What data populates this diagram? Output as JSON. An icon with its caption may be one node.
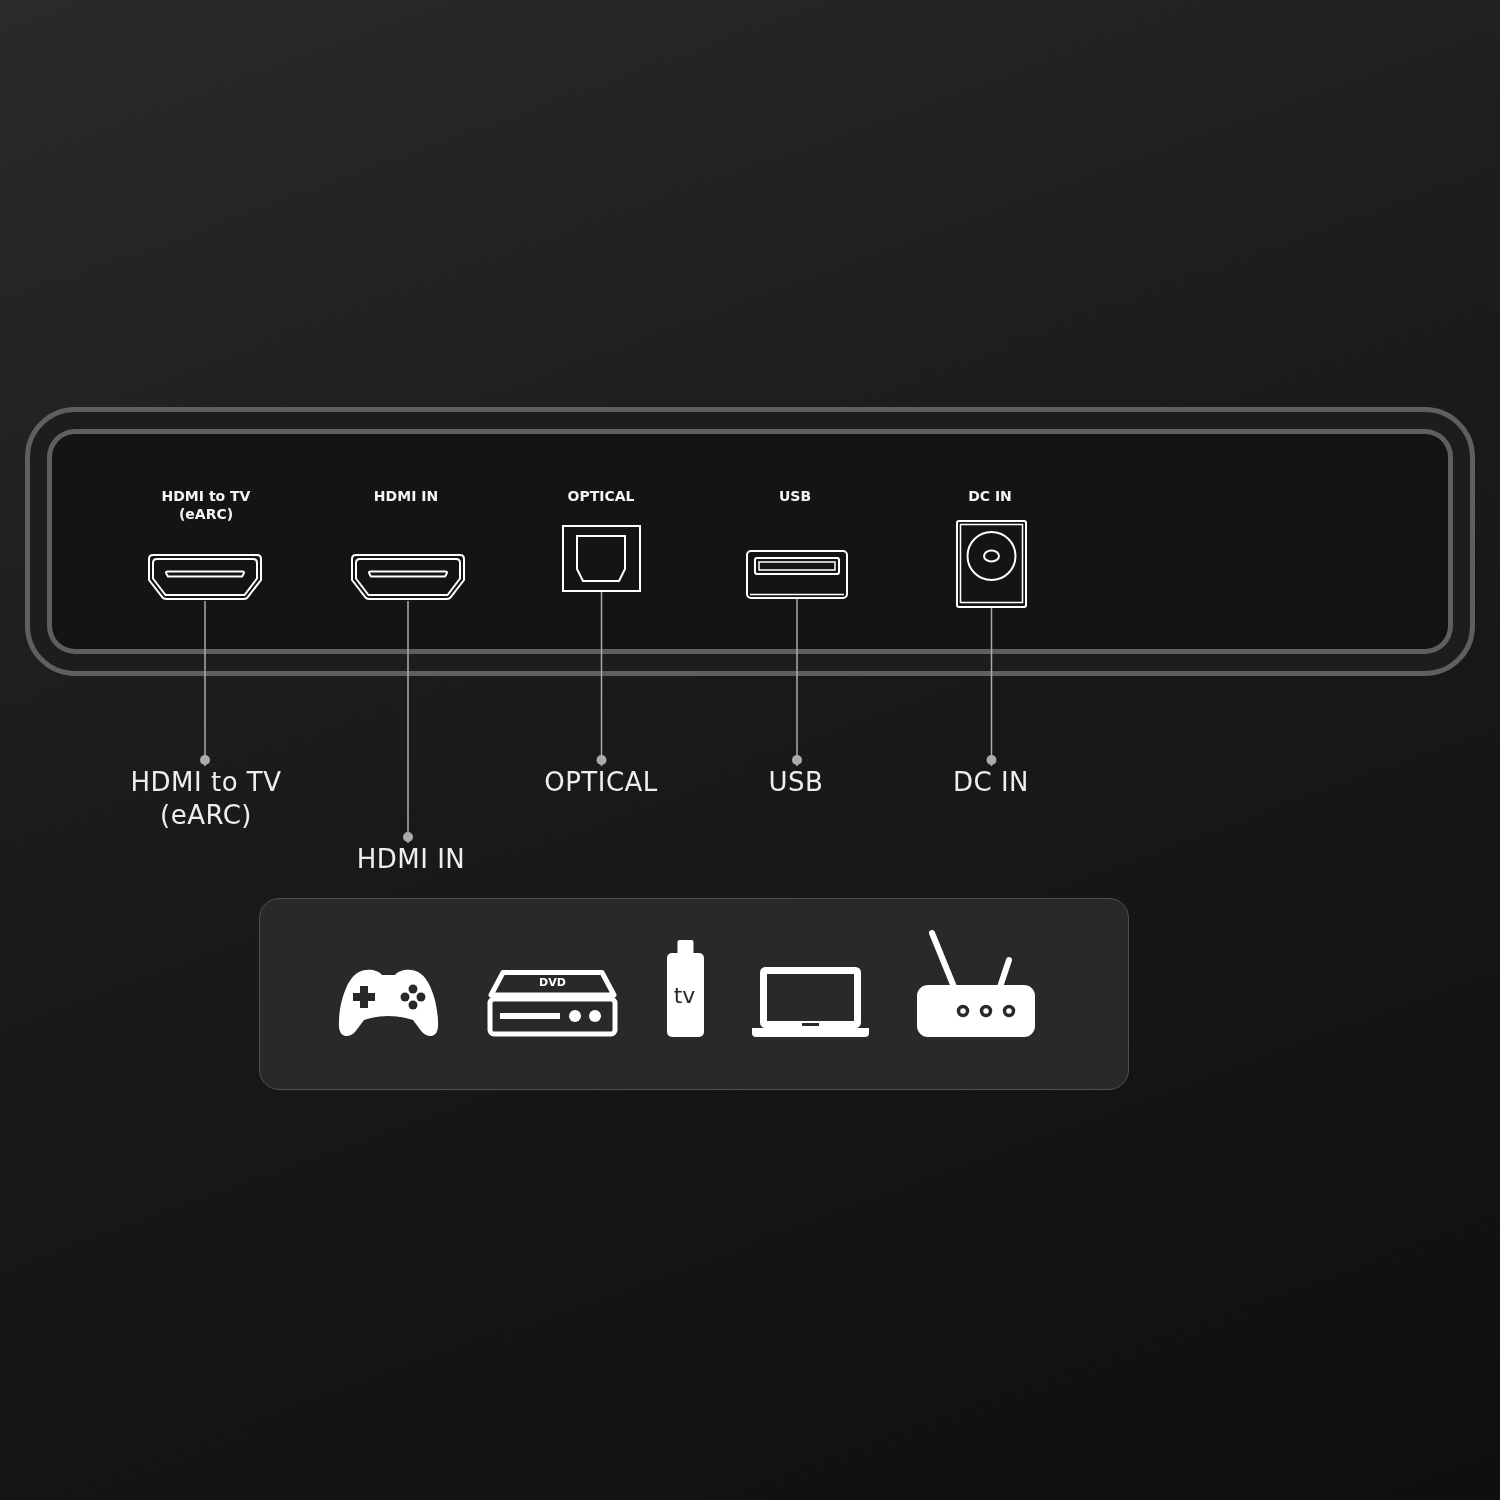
{
  "diagram": {
    "nodes": [
      {
        "text": [],
        "shape": "box"
      },
      {
        "text": [],
        "shape": "picture",
        "in": 0,
        "beside": [
          "HDMI to TV (eARC)"
        ]
      },
      {
        "text": [],
        "shape": "picture",
        "in": 0,
        "beside": [
          "HDMI IN"
        ]
      },
      {
        "text": [],
        "shape": "picture",
        "in": 0,
        "beside": [
          "OPTICAL"
        ]
      },
      {
        "text": [],
        "shape": "picture",
        "in": 0,
        "beside": [
          "USB"
        ]
      },
      {
        "text": [],
        "shape": "picture",
        "in": 0,
        "beside": [
          "DC IN"
        ]
      },
      {
        "text": [
          "HDMI to TV (eARC)"
        ]
      },
      {
        "text": [
          "HDMI IN"
        ]
      },
      {
        "text": [
          "OPTICAL"
        ]
      },
      {
        "text": [
          "USB"
        ]
      },
      {
        "text": [
          "DC IN"
        ]
      }
    ],
    "edges": [
      {
        "from": 6,
        "to": 1,
        "arrow": "other"
      },
      {
        "from": 7,
        "to": 2,
        "arrow": "other"
      },
      {
        "from": 8,
        "to": 3,
        "arrow": "other"
      },
      {
        "from": 9,
        "to": 4,
        "arrow": "other"
      },
      {
        "from": 10,
        "to": 5,
        "arrow": "other"
      }
    ],
    "labels": [
      "DVD",
      "tv"
    ]
  }
}
